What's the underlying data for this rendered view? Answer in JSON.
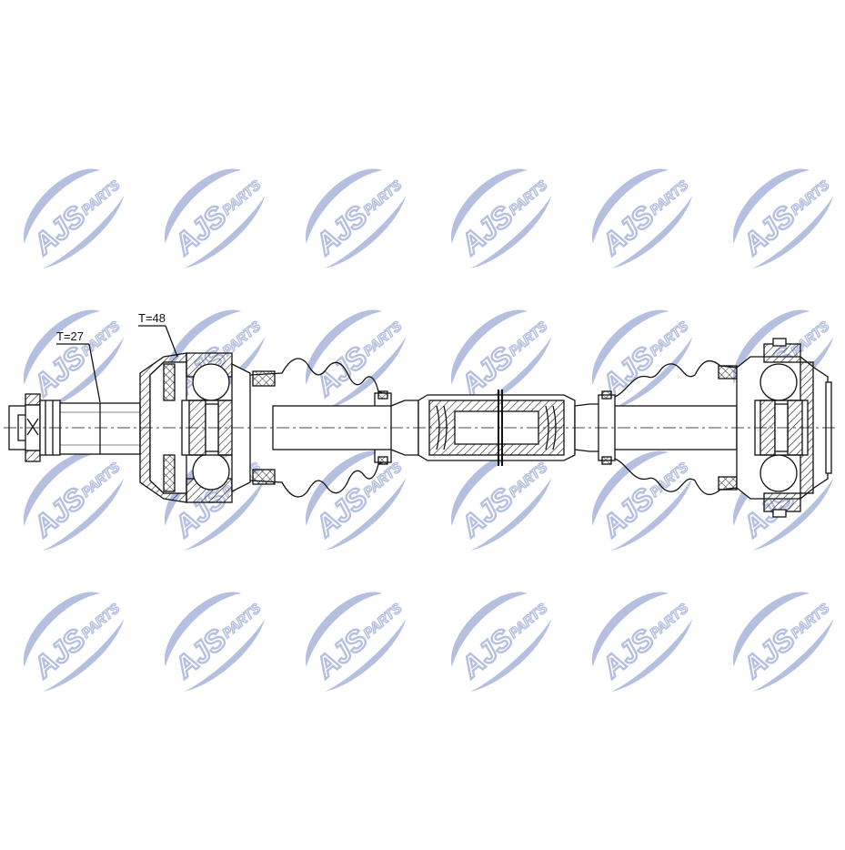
{
  "watermark": {
    "brand": "AJS",
    "suffix": "PARTS",
    "color": "#a9b6dc"
  },
  "dimensions": {
    "left_thread": "T=27",
    "outer_joint": "T=48"
  },
  "colors": {
    "line": "#111111",
    "hatch": "#222222"
  }
}
